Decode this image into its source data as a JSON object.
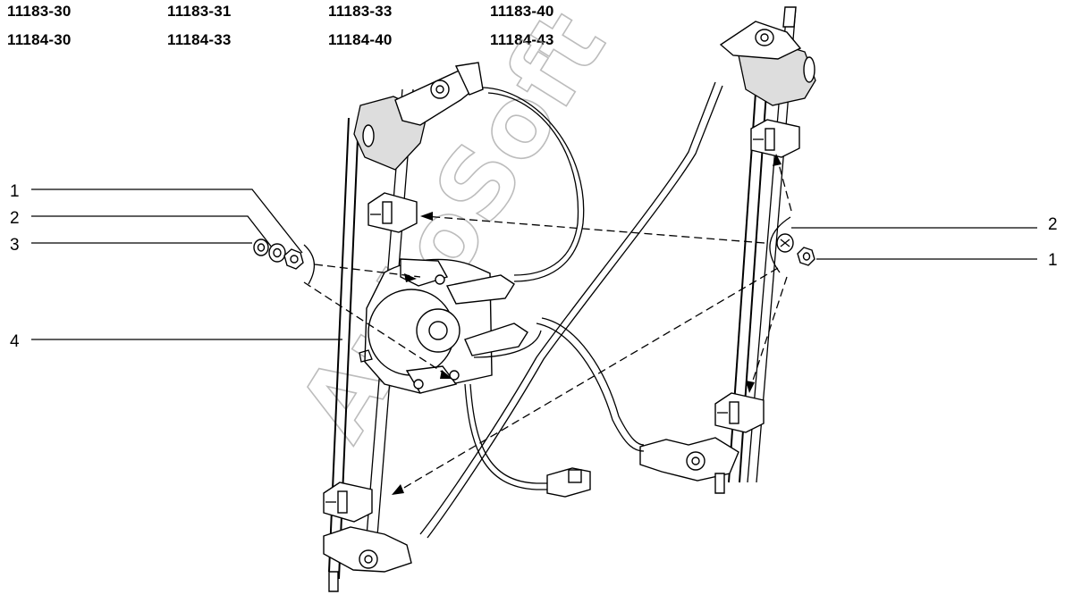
{
  "model_codes": {
    "row1": [
      "11183-30",
      "11183-31",
      "11183-33",
      "11183-40"
    ],
    "row2": [
      "11184-30",
      "11184-33",
      "11184-40",
      "11184-43"
    ]
  },
  "callouts": {
    "left": [
      "1",
      "2",
      "3",
      "4"
    ],
    "right": [
      "2",
      "1"
    ]
  },
  "watermark": "AutoSoft",
  "icons": {
    "left_fastener_set": "nut-washer-icon",
    "right_fastener_set": "nut-washer-icon",
    "motor": "motor-icon",
    "connector": "connector-icon"
  }
}
